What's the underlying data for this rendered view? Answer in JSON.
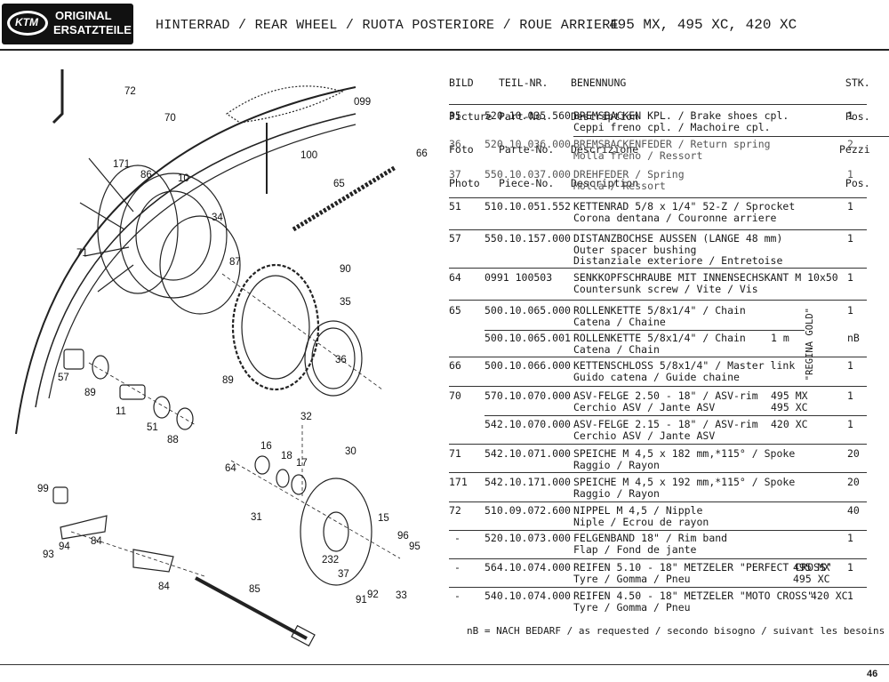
{
  "header": {
    "logo_brand": "KTM",
    "logo_line1": "ORIGINAL",
    "logo_line2": "ERSATZTEILE",
    "title": "HINTERRAD / REAR WHEEL / RUOTA POSTERIORE / ROUE ARRIERE",
    "models": "495 MX, 495 XC, 420 XC"
  },
  "columns": {
    "bild": [
      "BILD",
      "Picture",
      "Foto",
      "Photo"
    ],
    "teil": [
      "TEIL-NR.",
      "Part-No.",
      "Parte-No.",
      "Piece-No."
    ],
    "ben": [
      "BENENNUNG",
      "Description",
      "Descrizione",
      "Description"
    ],
    "stk": [
      "STK.",
      "Pos.",
      "Pezzi",
      "Pos."
    ]
  },
  "parts": [
    {
      "bild": "35",
      "teil": "520.10.035.560",
      "d1": "BREMSBACKEN KPL. / Brake shoes cpl.",
      "d2": "Ceppi freno cpl. / Machoire cpl.",
      "ext1": "",
      "ext2": "",
      "stk": "1"
    },
    {
      "bild": "36",
      "teil": "520.10.036.000",
      "d1": "BREMSBACKENFEDER / Return spring",
      "d2": "Molla freno / Ressort",
      "ext1": "",
      "ext2": "",
      "stk": "2"
    },
    {
      "bild": "37",
      "teil": "550.10.037.000",
      "d1": "DREHFEDER / Spring",
      "d2": "Molla / Ressort",
      "ext1": "",
      "ext2": "",
      "stk": "1"
    },
    {
      "bild": "51",
      "teil": "510.10.051.552",
      "d1": "KETTENRAD 5/8 x 1/4\"  52-Z / Sprocket",
      "d2": "Corona dentana / Couronne arriere",
      "ext1": "",
      "ext2": "",
      "stk": "1"
    },
    {
      "bild": "57",
      "teil": "550.10.157.000",
      "d1": "DISTANZBOCHSE AUSSEN (LANGE 48 mm)",
      "d2": "Outer spacer bushing",
      "d3": "Distanziale exteriore / Entretoise",
      "ext1": "",
      "ext2": "",
      "stk": "1"
    },
    {
      "bild": "64",
      "teil": "0991 100503",
      "d1": "SENKKOPFSCHRAUBE MIT INNENSECHSKANT M 10x50",
      "d2": "Countersunk screw / Vite / Vis",
      "ext1": "",
      "ext2": "",
      "stk": "1"
    },
    {
      "bild": "65",
      "teil": "500.10.065.000",
      "d1": "ROLLENKETTE 5/8x1/4\" / Chain",
      "d2": "Catena / Chaine",
      "ext1": "",
      "ext2": "",
      "stk": "1"
    },
    {
      "bild": "",
      "teil": "500.10.065.001",
      "d1": "ROLLENKETTE 5/8x1/4\" / Chain",
      "d2": "Catena / Chain",
      "ext1": "1 m",
      "ext2": "",
      "stk": "nB"
    },
    {
      "bild": "66",
      "teil": "500.10.066.000",
      "d1": "KETTENSCHLOSS 5/8x1/4\" / Master link",
      "d2": "Guido catena / Guide chaine",
      "ext1": "",
      "ext2": "",
      "stk": "1"
    },
    {
      "bild": "70",
      "teil": "570.10.070.000",
      "d1": "ASV-FELGE 2.50 - 18\" / ASV-rim",
      "d2": "Cerchio ASV / Jante ASV",
      "ext1": "495 MX",
      "ext2": "495 XC",
      "stk": "1"
    },
    {
      "bild": "",
      "teil": "542.10.070.000",
      "d1": "ASV-FELGE 2.15 - 18\" / ASV-rim",
      "d2": "Cerchio ASV / Jante ASV",
      "ext1": "420 XC",
      "ext2": "",
      "stk": "1"
    },
    {
      "bild": "71",
      "teil": "542.10.071.000",
      "d1": "SPEICHE M 4,5 x 182 mm,*115° / Spoke",
      "d2": "Raggio / Rayon",
      "ext1": "",
      "ext2": "",
      "stk": "20"
    },
    {
      "bild": "171",
      "teil": "542.10.171.000",
      "d1": "SPEICHE M 4,5 x 192 mm,*115° / Spoke",
      "d2": "Raggio / Rayon",
      "ext1": "",
      "ext2": "",
      "stk": "20"
    },
    {
      "bild": "72",
      "teil": "510.09.072.600",
      "d1": "NIPPEL M 4,5 / Nipple",
      "d2": "Niple / Ecrou de rayon",
      "ext1": "",
      "ext2": "",
      "stk": "40"
    },
    {
      "bild": "-",
      "teil": "520.10.073.000",
      "d1": "FELGENBAND 18\" / Rim band",
      "d2": "Flap / Fond de jante",
      "ext1": "",
      "ext2": "",
      "stk": "1"
    },
    {
      "bild": "-",
      "teil": "564.10.074.000",
      "d1": "REIFEN 5.10 - 18\" METZELER \"PERFECT CROSS\"",
      "d2": "Tyre / Gomma / Pneu",
      "ext1": "495 MX",
      "ext2": "495 XC",
      "stk": "1"
    },
    {
      "bild": "-",
      "teil": "540.10.074.000",
      "d1": "REIFEN 4.50 - 18\" METZELER \"MOTO CROSS\"",
      "d2": "Tyre / Gomma / Pneu",
      "ext1": "420 XC",
      "ext2": "",
      "stk": "1"
    }
  ],
  "regina_gold": "\"REGINA GOLD\"",
  "footnote": "nB = NACH BEDARF / as requested / secondo bisogno / suivant les besoins",
  "page_number": "46",
  "diagram_labels": [
    "72",
    "70",
    "099",
    "100",
    "66",
    "171",
    "86",
    "10",
    "65",
    "34",
    "71",
    "87",
    "90",
    "35",
    "36",
    "57",
    "89",
    "11",
    "51",
    "89",
    "88",
    "32",
    "16",
    "18",
    "17",
    "30",
    "64",
    "99",
    "31",
    "15",
    "96",
    "95",
    "93",
    "94",
    "84",
    "232",
    "37",
    "84",
    "85",
    "91",
    "92",
    "33"
  ]
}
